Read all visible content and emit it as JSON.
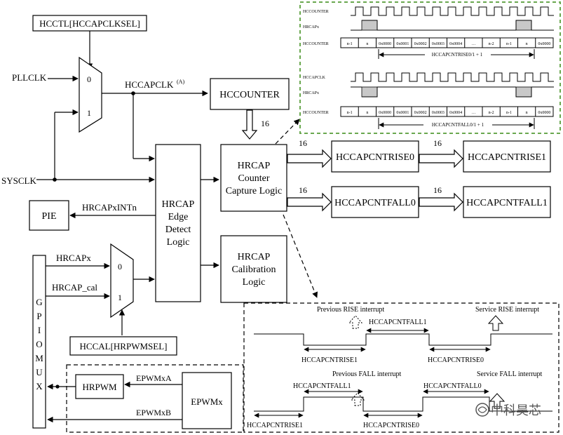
{
  "blocks": {
    "hcctl_sel": "HCCTL[HCCAPCLKSEL]",
    "pllclk": "PLLCLK",
    "sysclk": "SYSCLK",
    "mux_in0": "0",
    "mux_in1": "1",
    "hccapclk": "HCCAPCLK",
    "hccapclk_note": "(A)",
    "hccounter": "HCCOUNTER",
    "bus16": "16",
    "counter_capture": [
      "HRCAP",
      "Counter",
      "Capture Logic"
    ],
    "edge_detect": [
      "HRCAP",
      "Edge",
      "Detect",
      "Logic"
    ],
    "calibration": [
      "HRCAP",
      "Calibration",
      "Logic"
    ],
    "cntrise0": "HCCAPCNTRISE0",
    "cntrise1": "HCCAPCNTRISE1",
    "cntfall0": "HCCAPCNTFALL0",
    "cntfall1": "HCCAPCNTFALL1",
    "pie": "PIE",
    "hrcapxintn": "HRCAPxINTn",
    "hrcapx": "HRCAPx",
    "hrcap_cal": "HRCAP_cal",
    "hccal_sel": "HCCAL[HRPWMSEL]",
    "gpio_mux": [
      "G",
      "P",
      "I",
      "O",
      "M",
      "U",
      "X"
    ],
    "hrpwm": "HRPWM",
    "epwmxa": "EPWMxA",
    "epwmxb": "EPWMxB",
    "epwmx": "EPWMx"
  },
  "timing_top": {
    "sig_clk": "HCCOUNTER",
    "sig_hrcap": "HRCAPx",
    "sig_counter": "HCCOUNTER",
    "cells_a": [
      "n-1",
      "n",
      "0x0000",
      "0x0001",
      "0x0002",
      "0x0003",
      "0x0004",
      "…",
      "n-2",
      "n-1",
      "n",
      "0x0000"
    ],
    "span_a": "HCCAPCNTRISE0/1 + 1",
    "sig_clk_b": "HCCAPCLK",
    "sig_hrcap_b": "HRCAPx",
    "sig_counter_b": "HCCOUNTER",
    "cells_b": [
      "n-1",
      "n",
      "0x0000",
      "0x0001",
      "0x0002",
      "0x0003",
      "0x0004",
      "…",
      "n-2",
      "n-1",
      "n",
      "0x0000"
    ],
    "span_b": "HCCAPCNTFALL0/1 + 1"
  },
  "timing_bottom": {
    "prev_rise": "Previous RISE interrupt",
    "service_rise": "Service RISE interrupt",
    "cntfall1_a": "HCCAPCNTFALL1",
    "cntrise1_a": "HCCAPCNTRISE1",
    "cntrise0_a": "HCCAPCNTRISE0",
    "prev_fall": "Previous FALL interrupt",
    "service_fall": "Service FALL interrupt",
    "cntfall1_b": "HCCAPCNTFALL1",
    "cntfall0_b": "HCCAPCNTFALL0",
    "cntrise1_b": "HCCAPCNTRISE1",
    "cntrise0_b": "HCCAPCNTRISE0"
  },
  "watermark": "中科昊芯"
}
